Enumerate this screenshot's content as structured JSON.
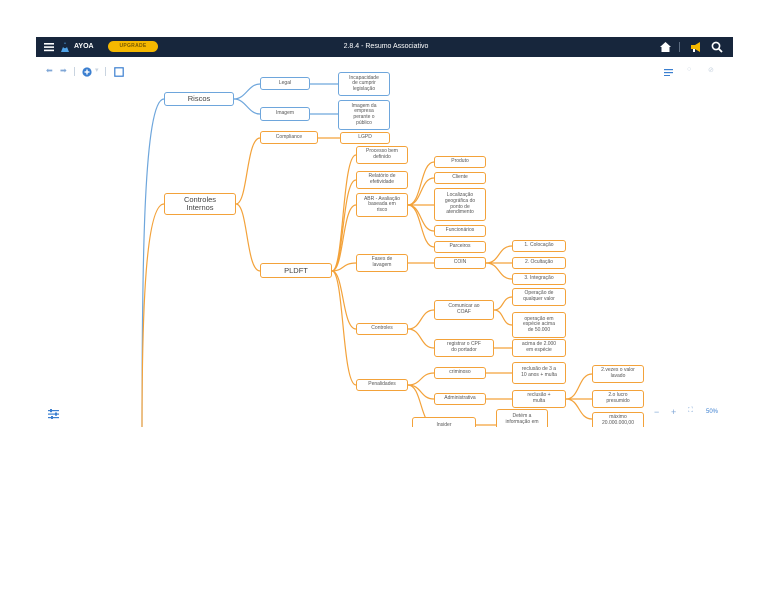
{
  "app": {
    "brand": "AYOA",
    "upgrade": "UPGRADE",
    "title": "2.8.4 - Resumo Associativo",
    "zoom": "50%",
    "accent": "#f3a23a",
    "header_bg": "#17263c"
  },
  "toolbar_icons": [
    "undo-icon",
    "redo-icon",
    "add-icon",
    "frame-icon"
  ],
  "nodes": {
    "riscos": "Riscos",
    "legal": "Legal",
    "incapacidade": "Incapacidade\nde cumprir\nlegislação",
    "imagem": "Imagem",
    "imagem_empresa": "Imagem da\nempresa\nperante o\npúblico",
    "controles_internos": "Controles\nInternos",
    "compliance": "Compliance",
    "lgpd": "LGPD",
    "pldft": "PLDFT",
    "processo": "Processo bem\ndefinido",
    "relatorio": "Relatório de\nefetividade",
    "abr": "ABR - Avaliação\nbaseada em\nrisco",
    "produto": "Produto",
    "cliente": "Cliente",
    "localizacao": "Localização\ngeográfica do\nponto de\natendimento",
    "funcionarios": "Funcionários",
    "parceiros": "Parceiros",
    "fases": "Fases de\nlavagem",
    "coin": "COIN",
    "colocacao": "1. Colocação",
    "ocultacao": "2. Ocultação",
    "integracao": "3. Integração",
    "controles": "Controles",
    "comunicar": "Comunicar ao\nCOAF",
    "operacao_qualquer": "Operação de\nqualquer valor",
    "operacao_especie": "operação em\nespécie acima\nde 50.000",
    "registrar": "registrar o CPF\ndo portador",
    "acima_2000": "acima de 2.000\nem espécie",
    "penalidades": "Penalidades",
    "criminoso": "criminoso",
    "reclusao": "reclusão de 3 a\n10 anos + multa",
    "administrativa": "Administrativa",
    "reclusao_multa": "reclusão +\nmulta",
    "duas_vezes": "2.vezes o valor\nlavado",
    "lucro": "2.o lucro\npresumido",
    "maximo": "máximo\n20.000.000,00",
    "insider": "Insider",
    "detem": "Detém a\ninformação em"
  }
}
